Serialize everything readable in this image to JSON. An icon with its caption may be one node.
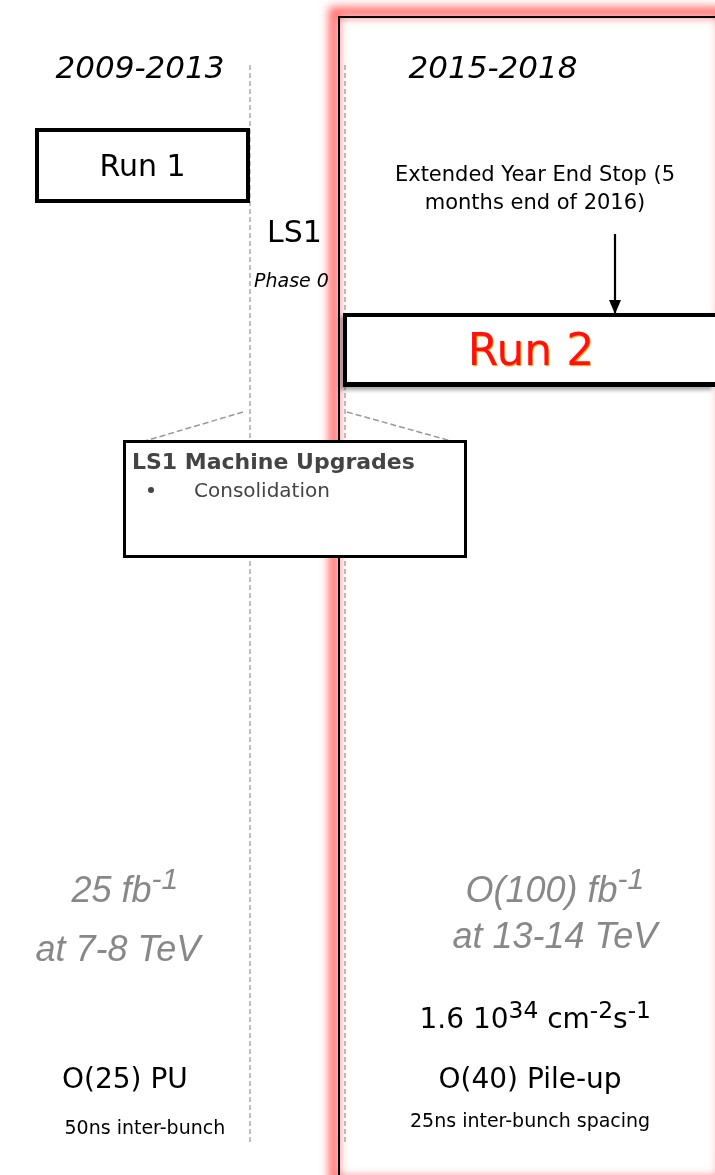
{
  "diagram": {
    "nodes": [
      {
        "text": [
          "Run 1"
        ]
      },
      {
        "text": [
          "Extended Year End Stop (5 months end of 2016)"
        ]
      },
      {
        "text": [
          "Run 2"
        ]
      },
      {
        "text": [
          "LS1 Machine Upgrades",
          "Consolidation"
        ]
      }
    ],
    "edges": [
      {
        "from": 1,
        "to": 2,
        "arrow": "to"
      }
    ],
    "labels": [
      "2009-2013",
      "2015-2018",
      "LS1",
      "Phase 0",
      "25 fb$^{-1}$",
      "O(100) fb$^{-1}$",
      "at 7-8 TeV",
      "at 13-14 TeV",
      "1.6 10$^{34}$ cm$^{-2}$s$^{-1}$",
      "O(25) PU",
      "O(40) Pile-up",
      "50ns inter-bunch",
      "25ns inter-bunch spacing"
    ]
  }
}
